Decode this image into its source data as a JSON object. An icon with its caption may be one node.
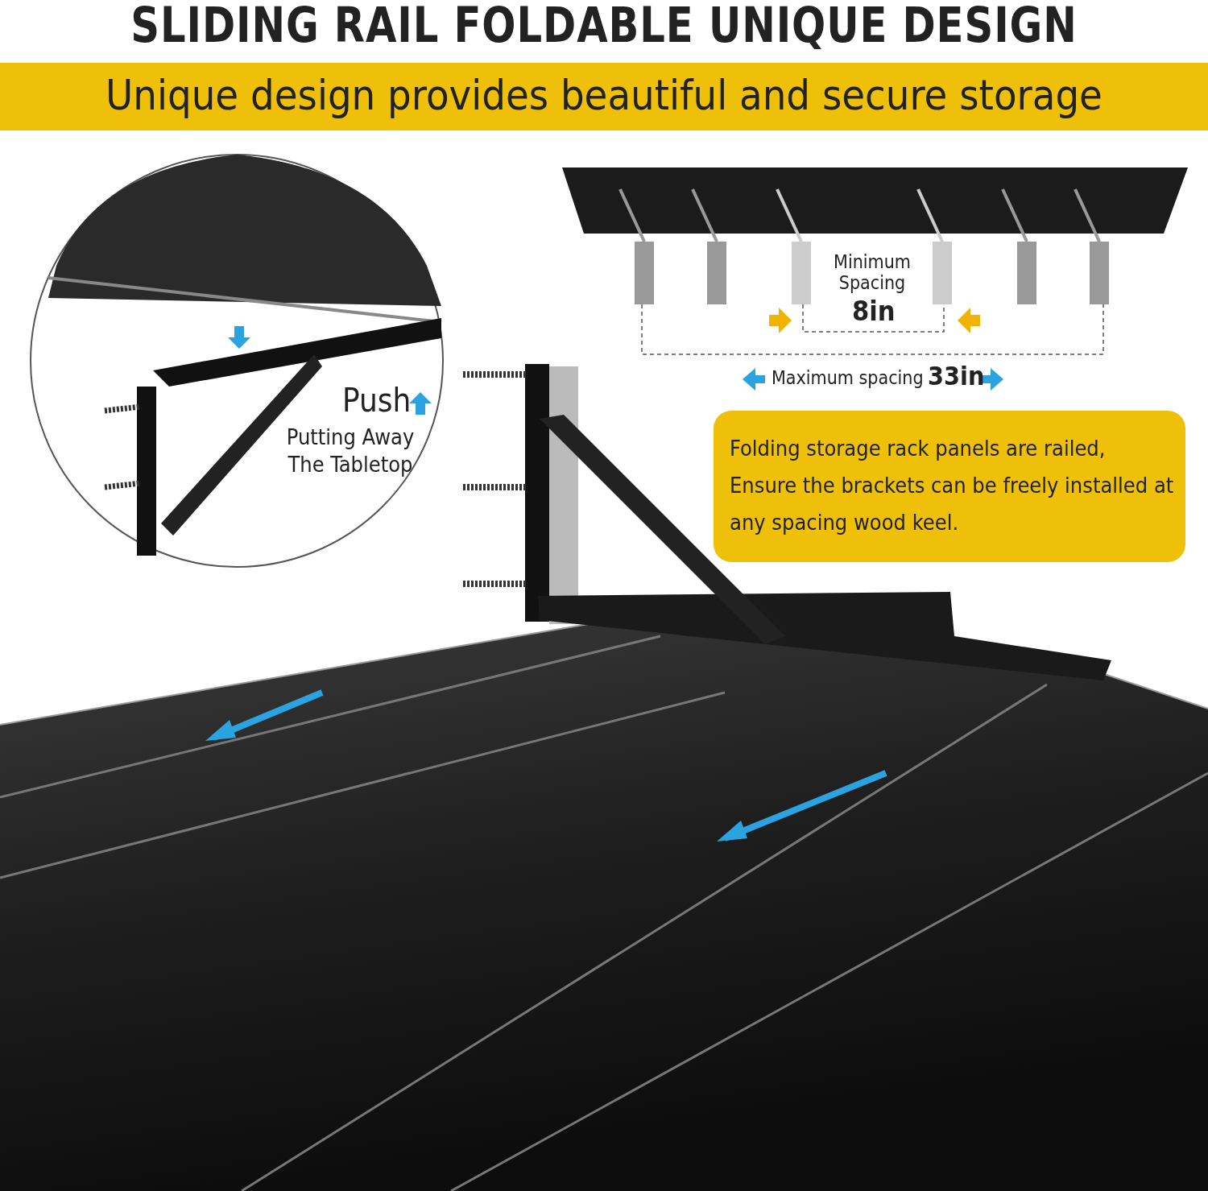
{
  "diagram": {
    "title": "SLIDING RAIL FOLDABLE UNIQUE DESIGN",
    "nodes": [
      {
        "text": [
          "Unique design provides beautiful and secure storage"
        ]
      },
      {
        "text": [
          "Folding storage rack panels are railed, Ensure the brackets can be freely installed at any spacing wood keel."
        ]
      }
    ],
    "labels": [
      "Push",
      "Putting Away The Tabletop",
      "Minimum Spacing",
      "8in",
      "Maximum spacing",
      "33in"
    ]
  }
}
